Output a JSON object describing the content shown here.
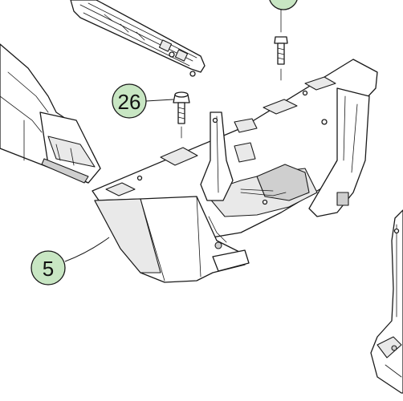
{
  "callouts": [
    {
      "id": "callout-26",
      "label": "26"
    },
    {
      "id": "callout-5",
      "label": "5"
    }
  ],
  "colors": {
    "callout_fill": "#c8e6c3",
    "line": "#1a1a1a",
    "background": "#ffffff"
  }
}
